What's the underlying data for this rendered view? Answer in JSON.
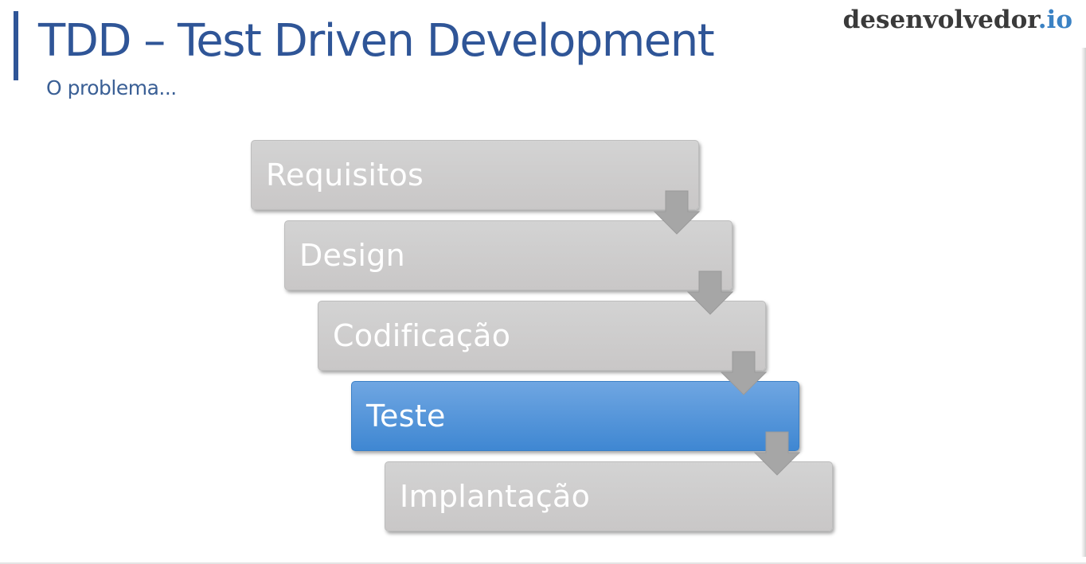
{
  "header": {
    "title": "TDD – Test Driven Development",
    "subtitle": "O problema..."
  },
  "brand": {
    "name": "desenvolvedor",
    "tld": ".io"
  },
  "steps": [
    {
      "label": "Requisitos",
      "highlighted": false
    },
    {
      "label": "Design",
      "highlighted": false
    },
    {
      "label": "Codificação",
      "highlighted": false
    },
    {
      "label": "Teste",
      "highlighted": true
    },
    {
      "label": "Implantação",
      "highlighted": false
    }
  ],
  "colors": {
    "accent": "#2f5597",
    "step_fill": "#cfcdcd",
    "highlight_fill": "#4a8fd6",
    "arrow_fill": "#a6a6a6",
    "brand_tld": "#3b82c4"
  }
}
